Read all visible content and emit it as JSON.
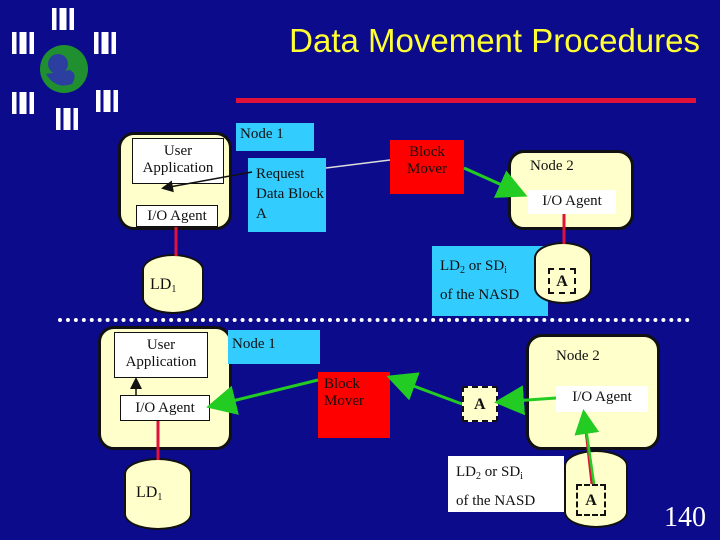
{
  "title": "Data Movement Procedures",
  "page_number": "140",
  "top": {
    "node1_label": "Node 1",
    "user_app": "User Application",
    "io_agent": "I/O Agent",
    "request": "Request Data Block A",
    "block_mover": "Block Mover",
    "node2_label": "Node 2",
    "io_agent2": "I/O Agent",
    "ld_prefix": "LD",
    "ld_sub": "1",
    "nasd_line1_a": "LD",
    "nasd_line1_sub": "2",
    "nasd_line1_b": " or SD",
    "nasd_line1_sub2": "i",
    "nasd_line2": "of the NASD",
    "block_a": "A"
  },
  "bottom": {
    "node1_label": "Node 1",
    "user_app": "User Application",
    "io_agent": "I/O Agent",
    "block_mover": "Block Mover",
    "node2_label": "Node 2",
    "io_agent2": "I/O Agent",
    "block_a_moving": "A",
    "ld_prefix": "LD",
    "ld_sub": "1",
    "nasd_line1_a": "LD",
    "nasd_line1_sub": "2",
    "nasd_line1_b": " or SD",
    "nasd_line1_sub2": "i",
    "nasd_line2": "of the NASD",
    "block_a": "A"
  }
}
